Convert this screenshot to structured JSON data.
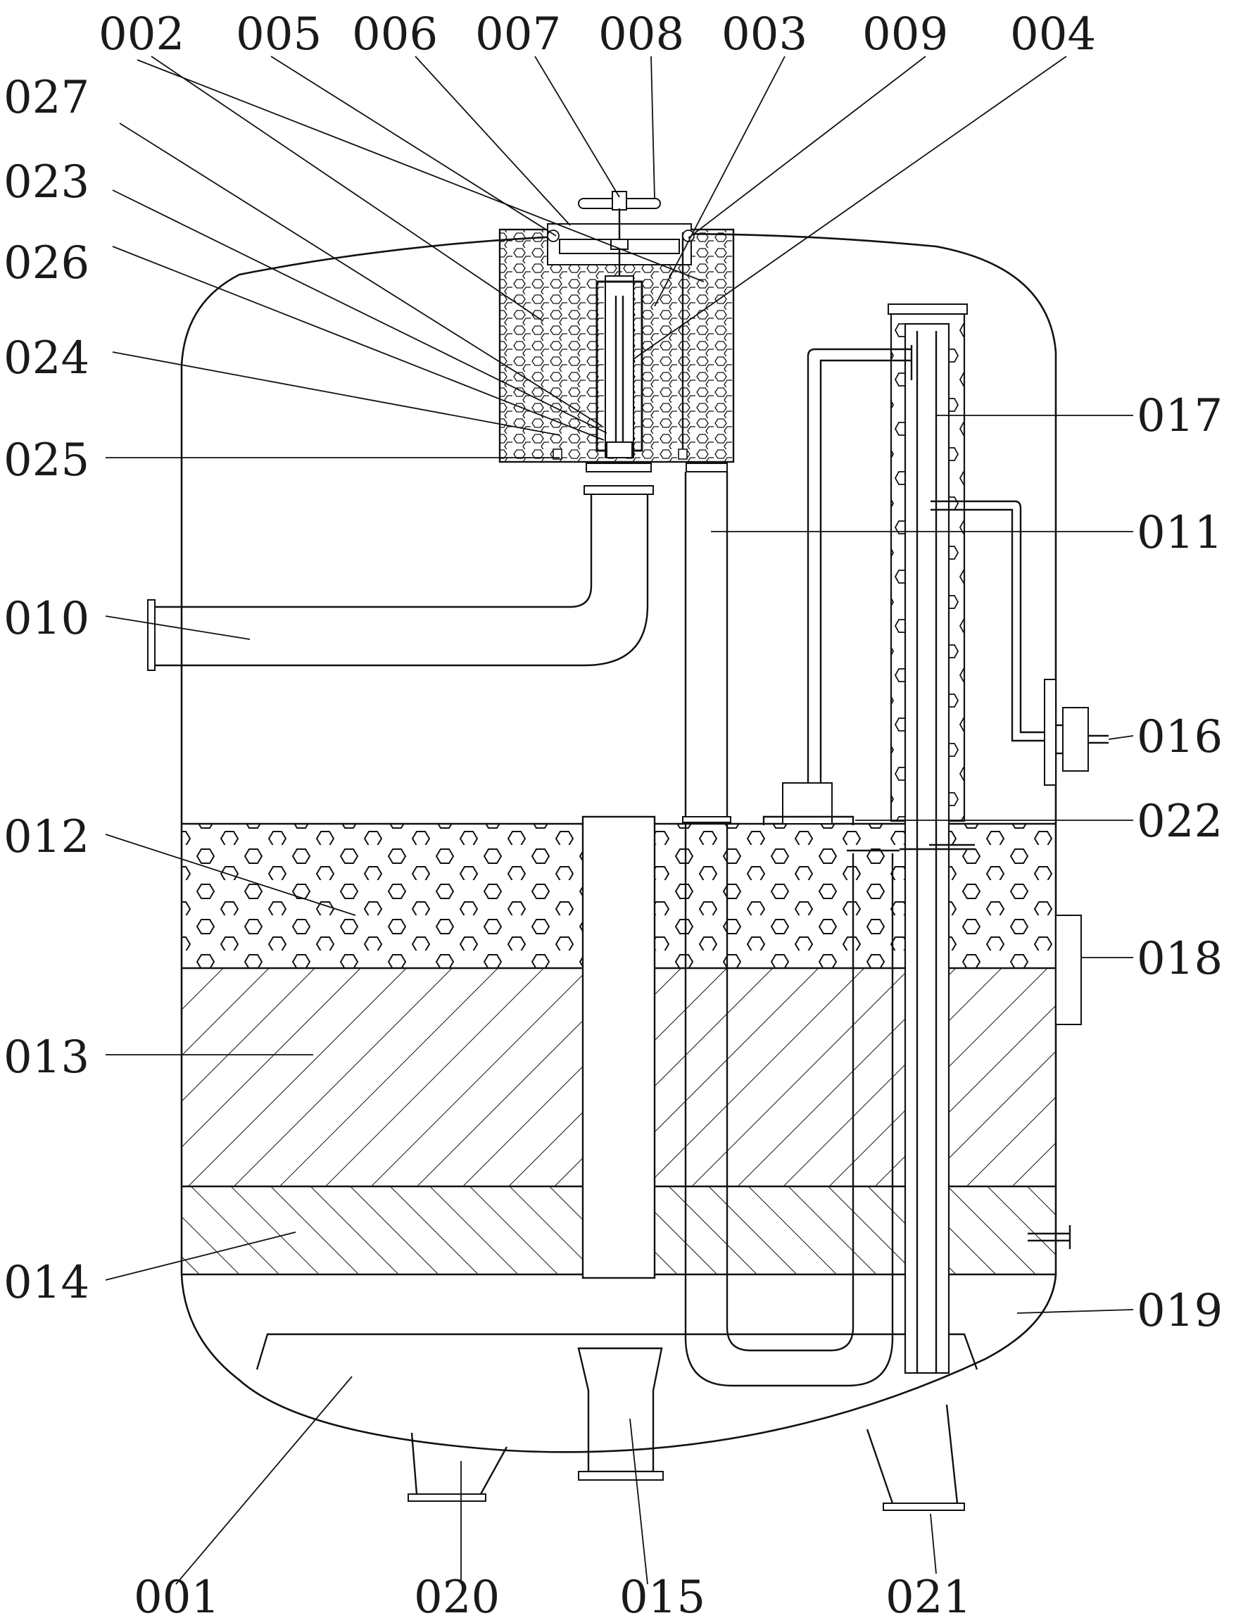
{
  "diagram": {
    "labels": {
      "l001": "001",
      "l002": "002",
      "l003": "003",
      "l004": "004",
      "l005": "005",
      "l006": "006",
      "l007": "007",
      "l008": "008",
      "l009": "009",
      "l010": "010",
      "l011": "011",
      "l012": "012",
      "l013": "013",
      "l014": "014",
      "l015": "015",
      "l016": "016",
      "l017": "017",
      "l018": "018",
      "l019": "019",
      "l020": "020",
      "l021": "021",
      "l022": "022",
      "l023": "023",
      "l024": "024",
      "l025": "025",
      "l026": "026",
      "l027": "027"
    },
    "colors": {
      "line": "#111111",
      "background": "#ffffff"
    }
  }
}
